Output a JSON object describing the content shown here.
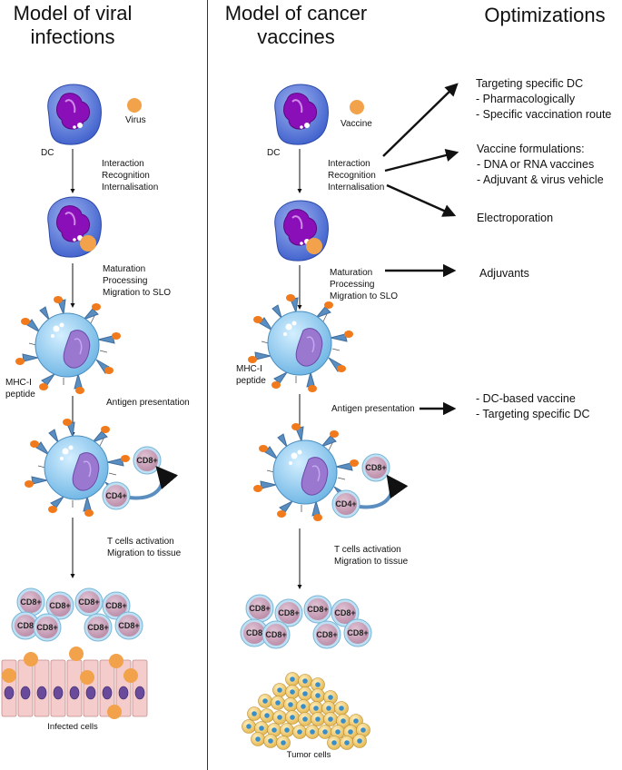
{
  "headers": {
    "viral": "Model of viral infections",
    "cancer": "Model of cancer vaccines",
    "optimizations": "Optimizations"
  },
  "viral": {
    "dc_label": "DC",
    "virus_label": "Virus",
    "step1": [
      "Interaction",
      "Recognition",
      "Internalisation"
    ],
    "step2": [
      "Maturation",
      "Processing",
      "Migration to SLO"
    ],
    "mhc": [
      "MHC-I",
      "peptide"
    ],
    "step3": "Antigen presentation",
    "cd8": "CD8+",
    "cd4": "CD4+",
    "step4": [
      "T cells activation",
      "Migration to tissue"
    ],
    "cluster": [
      "CD8+",
      "CD8+",
      "CD8+",
      "CD8+",
      "CD8",
      "CD8+",
      "CD8+",
      "CD8+"
    ],
    "bottom_caption": "Infected cells"
  },
  "cancer": {
    "dc_label": "DC",
    "vaccine_label": "Vaccine",
    "step1": [
      "Interaction",
      "Recognition",
      "Internalisation"
    ],
    "step2": [
      "Maturation",
      "Processing",
      "Migration to SLO"
    ],
    "mhc": [
      "MHC-I",
      "peptide"
    ],
    "step3": "Antigen presentation",
    "cd8": "CD8+",
    "cd4": "CD4+",
    "step4": [
      "T cells activation",
      "Migration to tissue"
    ],
    "cluster": [
      "CD8+",
      "CD8+",
      "CD8+",
      "CD8+",
      "CD8",
      "CD8+",
      "CD8+",
      "CD8+"
    ],
    "bottom_caption": "Tumor cells"
  },
  "optimizations": {
    "targeting": [
      "Targeting specific DC",
      "- Pharmacologically",
      "- Specific vaccination route"
    ],
    "formulations": [
      "Vaccine formulations:",
      "- DNA or RNA vaccines",
      "- Adjuvant & virus vehicle"
    ],
    "electroporation": "Electroporation",
    "adjuvants": "Adjuvants",
    "presentation": [
      "- DC-based vaccine",
      "- Targeting specific DC"
    ]
  },
  "colors": {
    "dc_body": "#4a6fd6",
    "nucleus": "#8a0fb8",
    "antigen": "#f2a24a",
    "mature_dc": "#7ec6ea",
    "receptor": "#5a8ec0",
    "mhc_tip": "#f07a1c",
    "tcell": "#c9a0b8",
    "tcell_ring": "#a9d4ea",
    "infected": "#f0c8c8",
    "tumor": "#f2d080"
  }
}
